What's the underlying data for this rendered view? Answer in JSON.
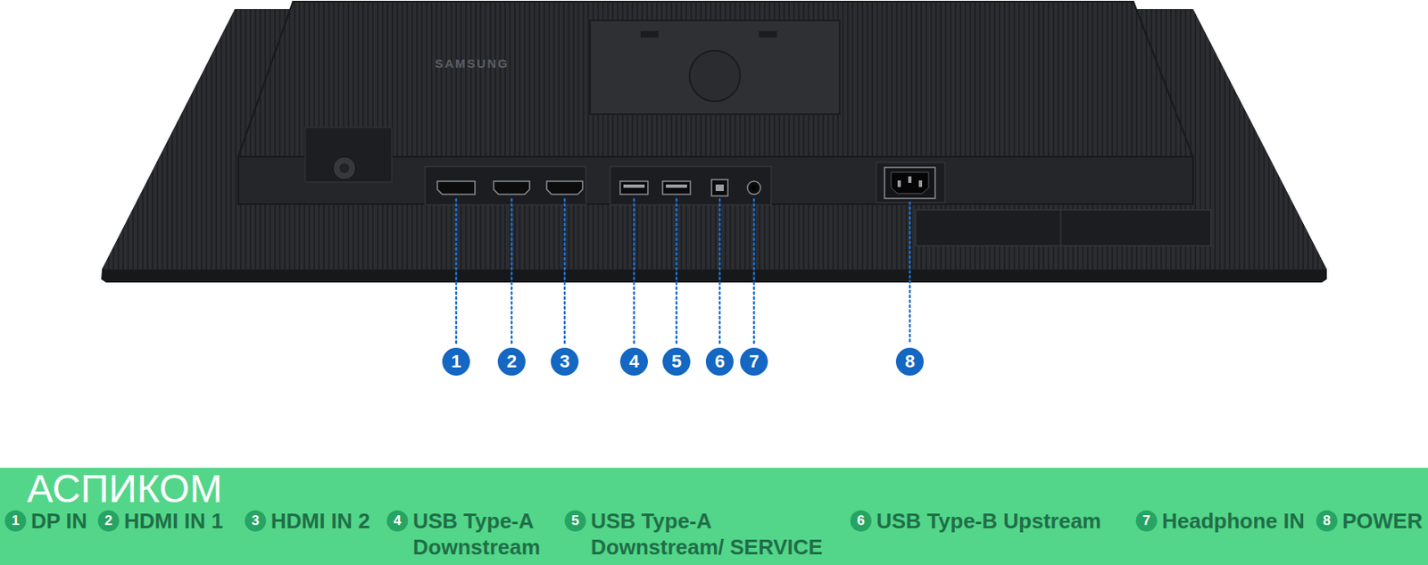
{
  "diagram": {
    "nodes": [
      {
        "text": [
          "1"
        ]
      },
      {
        "text": [
          "2"
        ]
      },
      {
        "text": [
          "3"
        ]
      },
      {
        "text": [
          "4"
        ]
      },
      {
        "text": [
          "5"
        ]
      },
      {
        "text": [
          "6"
        ]
      },
      {
        "text": [
          "7"
        ]
      },
      {
        "text": [
          "8"
        ]
      },
      {
        "text": [
          "DP IN",
          "HDMI IN 1",
          "HDMI IN 2",
          "USB Type-A Downstream",
          "USB Type-A Downstream/ SERVICE",
          "USB Type-B Upstream",
          "Headphone IN",
          "POWER"
        ]
      },
      {
        "text": [
          "1"
        ],
        "in": 8
      },
      {
        "text": [
          "2"
        ],
        "in": 8
      },
      {
        "text": [
          "3"
        ],
        "in": 8
      },
      {
        "text": [
          "4"
        ],
        "in": 8
      },
      {
        "text": [
          "5"
        ],
        "in": 8
      },
      {
        "text": [
          "6"
        ],
        "in": 8
      },
      {
        "text": [
          "7"
        ],
        "in": 8
      },
      {
        "text": [
          "8"
        ],
        "in": 8
      }
    ],
    "labels": [
      "SAMSUNG",
      "АСПИКОМ"
    ]
  }
}
